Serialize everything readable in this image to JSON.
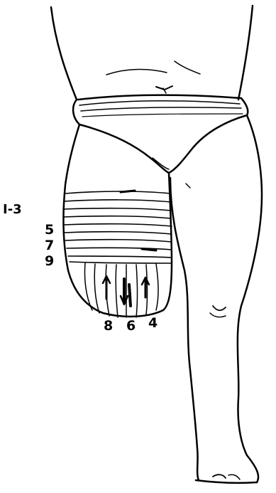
{
  "labels": {
    "left": [
      "I-3",
      "5",
      "7",
      "9"
    ],
    "bottom": [
      "8",
      "6",
      "4"
    ]
  },
  "colors": {
    "ink": "#000000",
    "paper": "#ffffff"
  }
}
